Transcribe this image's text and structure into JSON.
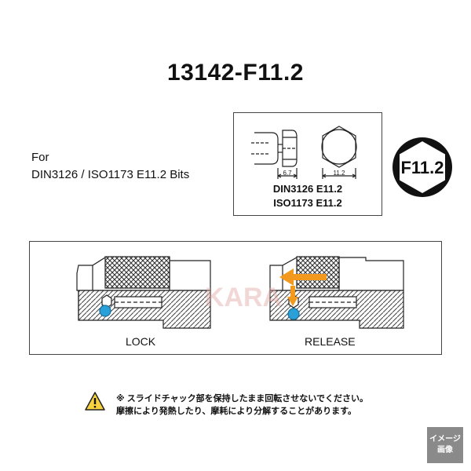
{
  "title": "13142-F11.2",
  "compat": {
    "line1": "For",
    "line2": "DIN3126 / ISO1173 E11.2 Bits"
  },
  "spec": {
    "dim_left": "6.7",
    "dim_right": "11.2",
    "std_din": "DIN3126 E11.2",
    "std_iso": "ISO1173 E11.2"
  },
  "badge": {
    "label": "F11.2"
  },
  "mechanism": {
    "lock_label": "LOCK",
    "release_label": "RELEASE",
    "watermark": "KARA",
    "colors": {
      "arrow": "#f39a1e",
      "ball": "#2aa0d8",
      "knurl": "#333333"
    }
  },
  "warning": {
    "icon": "warning-triangle-icon",
    "line1": "※ スライドチャック部を保持したまま回転させないでください。",
    "line2": "摩擦により発熱したり、摩耗により分解することがあります。"
  },
  "image_tag": {
    "line1": "イメージ",
    "line2": "画像"
  }
}
